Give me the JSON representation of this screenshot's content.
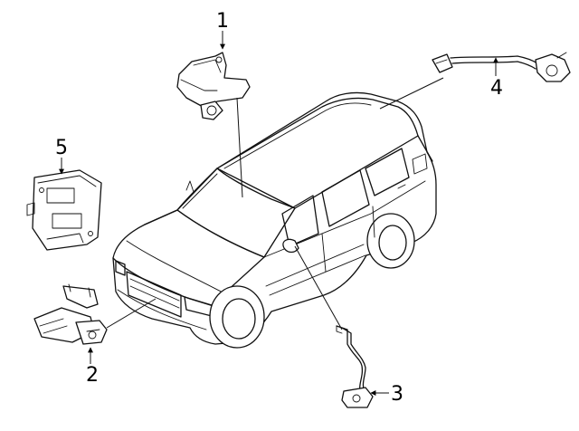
{
  "diagram": {
    "callouts": [
      {
        "id": "1",
        "label": "1"
      },
      {
        "id": "2",
        "label": "2"
      },
      {
        "id": "3",
        "label": "3"
      },
      {
        "id": "4",
        "label": "4"
      },
      {
        "id": "5",
        "label": "5"
      }
    ]
  },
  "colors": {
    "line": "#111111",
    "background": "#ffffff"
  }
}
